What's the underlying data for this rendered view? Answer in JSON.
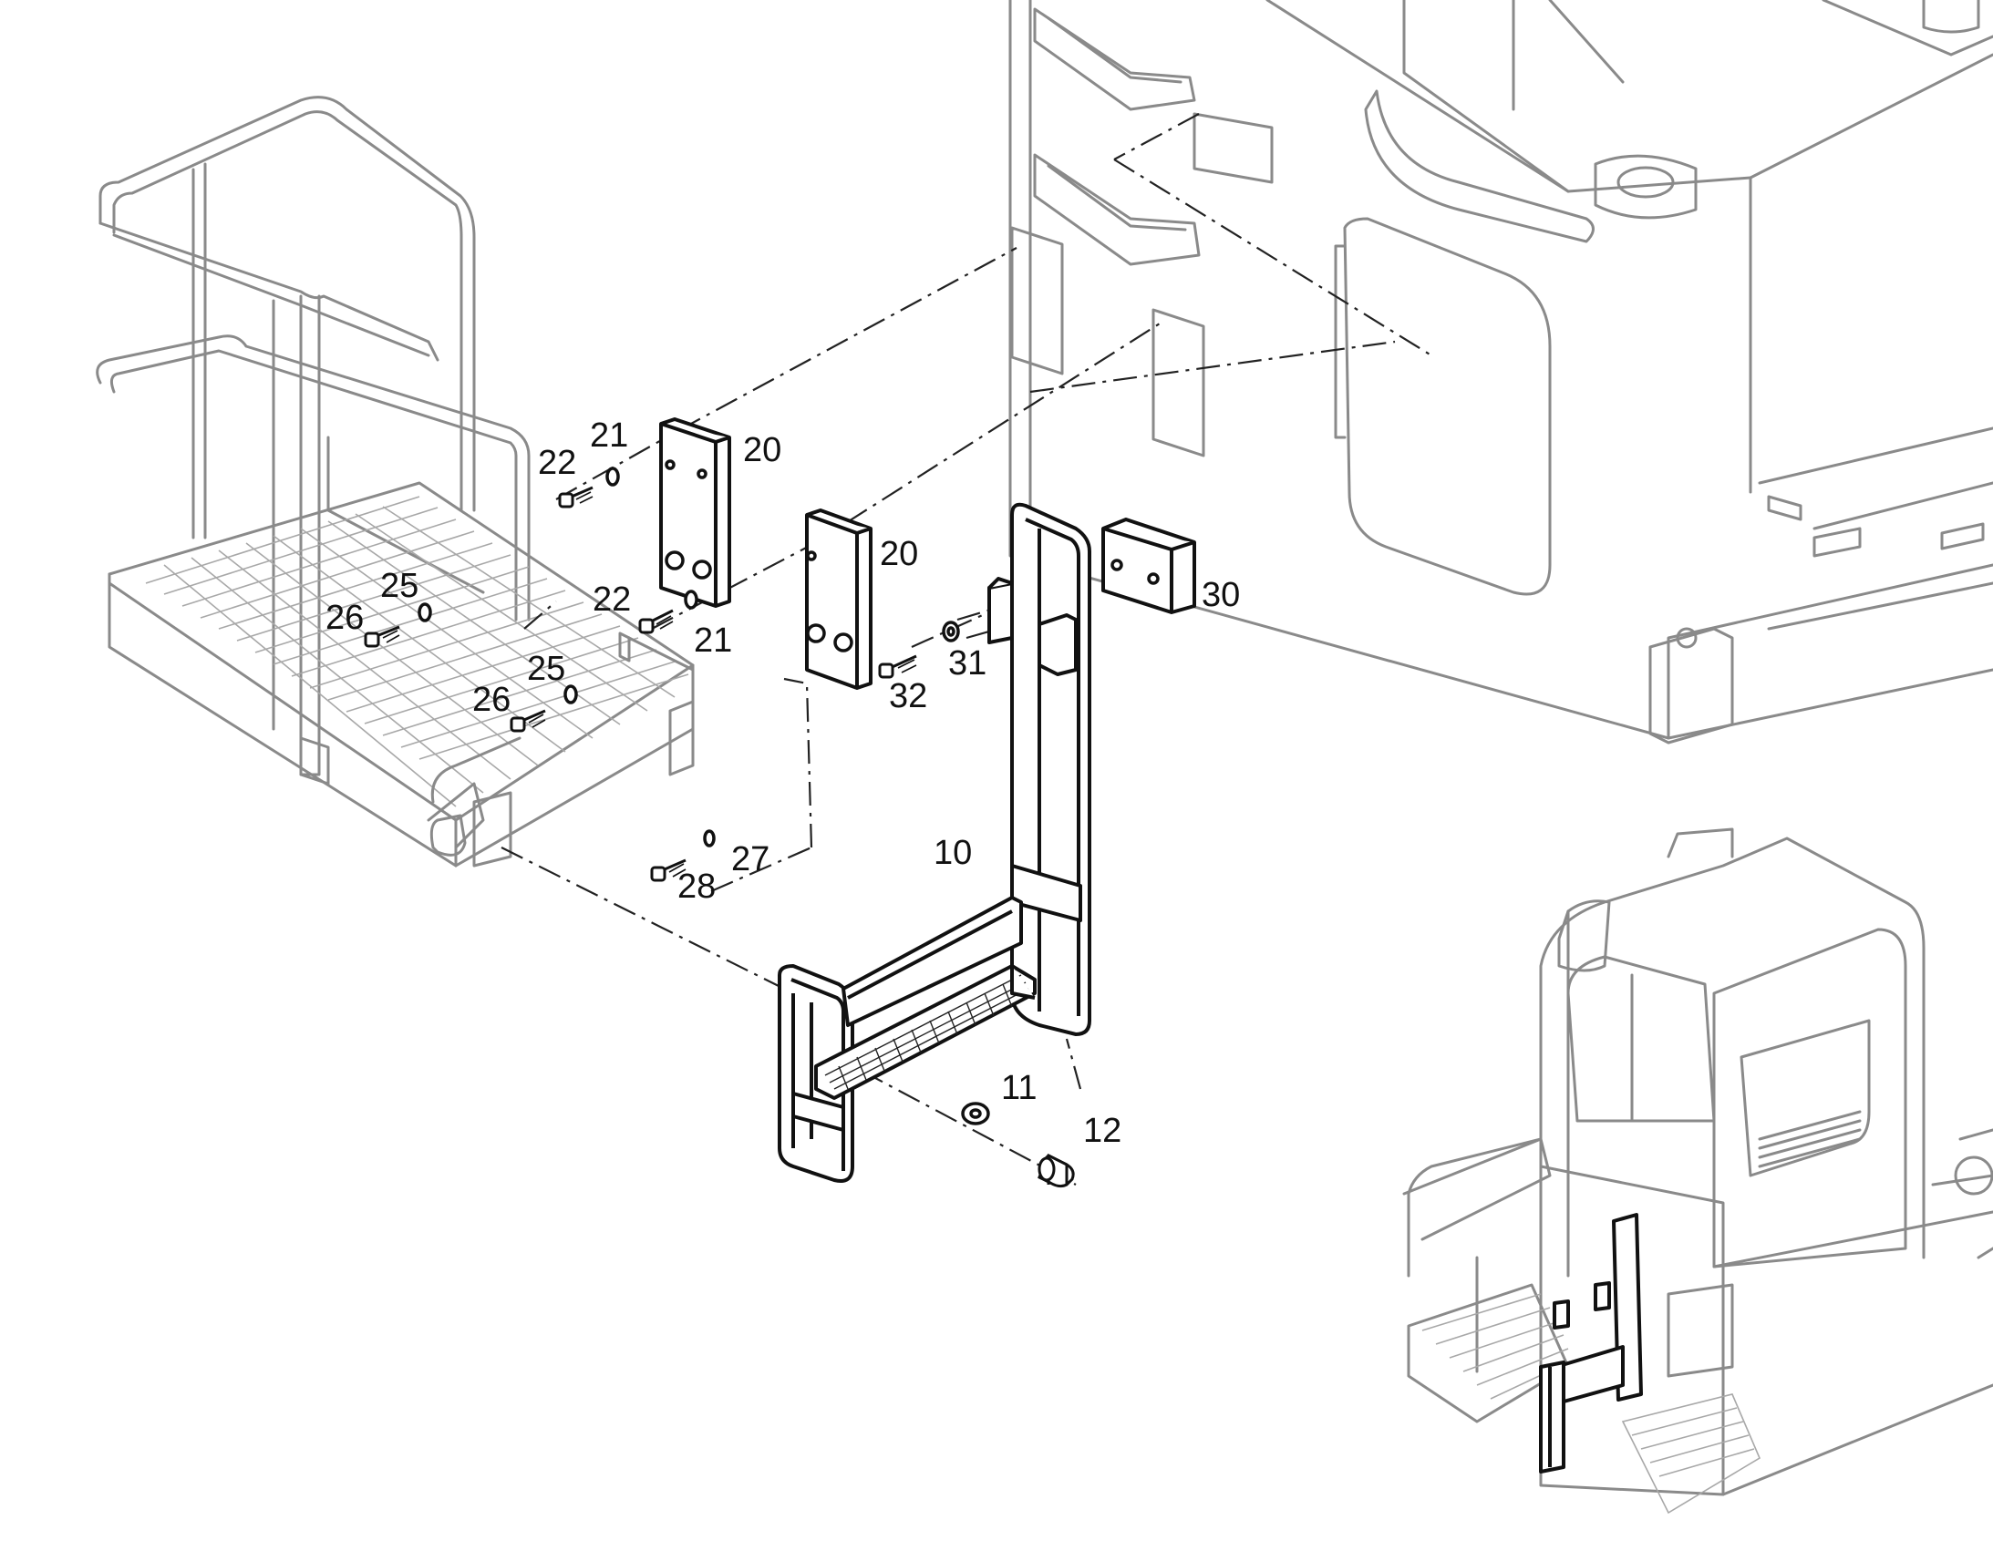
{
  "callouts": {
    "c10": "10",
    "c11": "11",
    "c12": "12",
    "c20a": "20",
    "c20b": "20",
    "c21a": "21",
    "c21b": "21",
    "c22a": "22",
    "c22b": "22",
    "c25a": "25",
    "c25b": "25",
    "c26a": "26",
    "c26b": "26",
    "c27": "27",
    "c28": "28",
    "c30": "30",
    "c31": "31",
    "c32": "32"
  },
  "colors": {
    "part_outline": "#111111",
    "context_outline": "#8a8a8a",
    "background": "#ffffff"
  }
}
